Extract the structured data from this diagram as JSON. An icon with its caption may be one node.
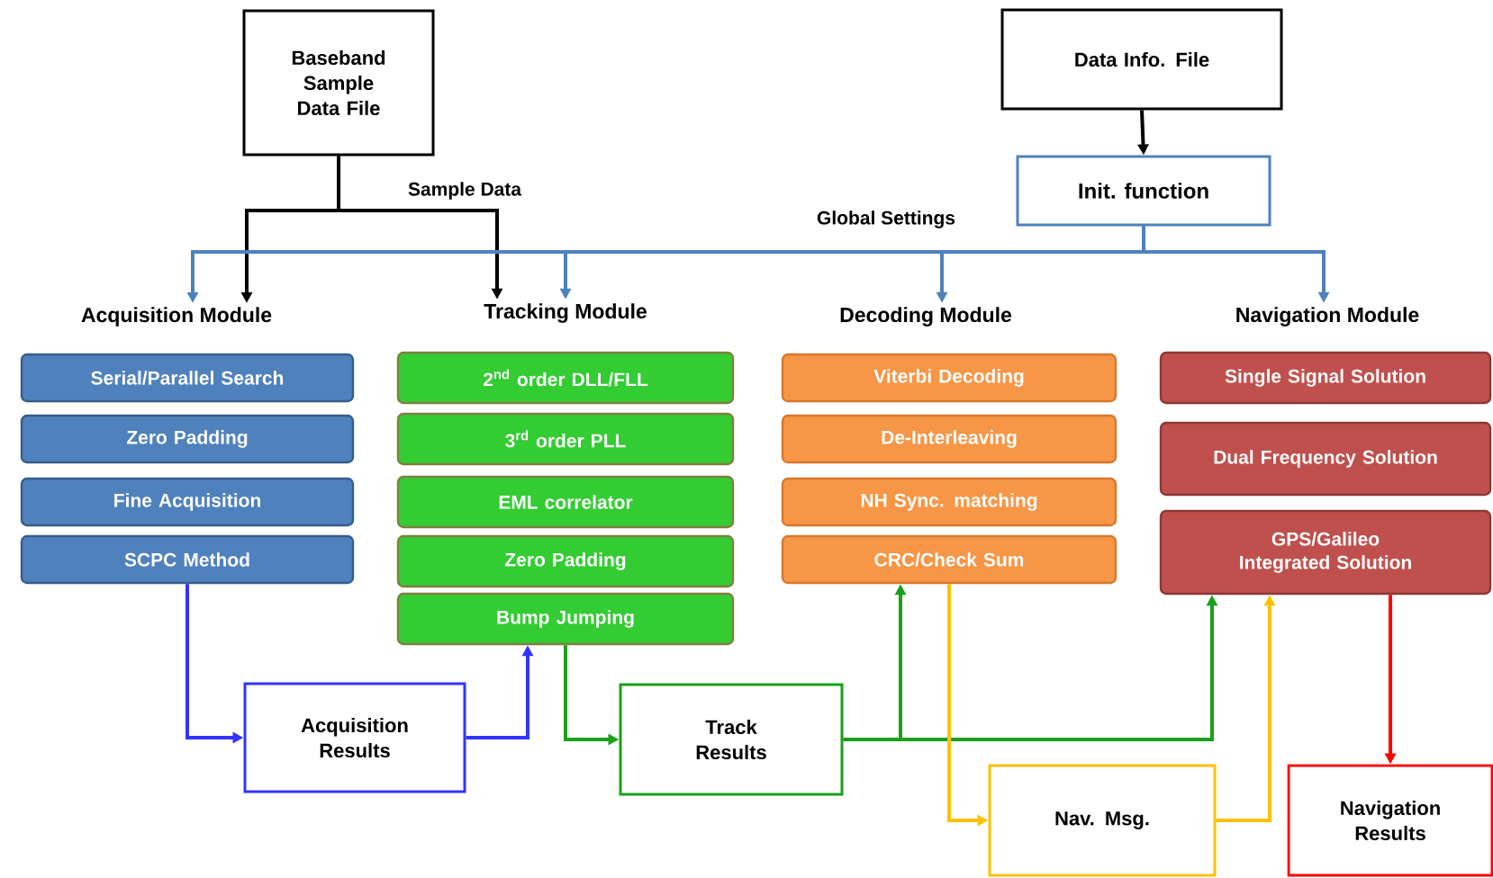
{
  "diagram": {
    "nodes": [
      {
        "text": [
          "Baseband Sample Data File"
        ]
      },
      {
        "text": [
          "Data Info. File"
        ]
      },
      {
        "text": [
          "Init. function"
        ]
      },
      {
        "text": [
          "Acquisition Module"
        ]
      },
      {
        "text": [
          "Tracking Module"
        ]
      },
      {
        "text": [
          "Decoding Module"
        ]
      },
      {
        "text": [
          "Navigation Module"
        ]
      },
      {
        "text": [
          "Serial/Parallel Search"
        ]
      },
      {
        "text": [
          "Zero Padding"
        ]
      },
      {
        "text": [
          "Fine Acquisition"
        ]
      },
      {
        "text": [
          "SCPC Method"
        ]
      },
      {
        "text": [
          "2$^{nd}$ order DLL/FLL"
        ]
      },
      {
        "text": [
          "3$^{rd}$ order PLL"
        ]
      },
      {
        "text": [
          "EML correlator"
        ]
      },
      {
        "text": [
          "Zero Padding"
        ]
      },
      {
        "text": [
          "Bump Jumping"
        ]
      },
      {
        "text": [
          "Viterbi Decoding"
        ]
      },
      {
        "text": [
          "De-Interleaving"
        ]
      },
      {
        "text": [
          "NH Sync. matching"
        ]
      },
      {
        "text": [
          "CRC/Check Sum"
        ]
      },
      {
        "text": [
          "Single Signal Solution"
        ]
      },
      {
        "text": [
          "Dual Frequency Solution"
        ]
      },
      {
        "text": [
          "GPS/Galileo Integrated Solution"
        ]
      },
      {
        "text": [
          "Acquisition Results"
        ]
      },
      {
        "text": [
          "Track Results"
        ]
      },
      {
        "text": [
          "Nav. Msg."
        ]
      },
      {
        "text": [
          "Navigation Results"
        ]
      }
    ],
    "edges": [
      {
        "from": 0,
        "to": 3,
        "arrow": "to",
        "color": "#000000"
      },
      {
        "from": 0,
        "to": 4,
        "arrow": "to",
        "color": "#000000",
        "label": "Sample Data"
      },
      {
        "from": 1,
        "to": 2,
        "arrow": "to",
        "color": "#000000"
      },
      {
        "from": 2,
        "to": 3,
        "arrow": "to",
        "color": "#4f81bd"
      },
      {
        "from": 2,
        "to": 4,
        "arrow": "to",
        "color": "#4f81bd"
      },
      {
        "from": 2,
        "to": 5,
        "arrow": "to",
        "color": "#4f81bd",
        "label": "Global Settings"
      },
      {
        "from": 2,
        "to": 6,
        "arrow": "to",
        "color": "#4f81bd"
      },
      {
        "from": 10,
        "to": 23,
        "arrow": "to",
        "color": "#3333ff"
      },
      {
        "from": 23,
        "to": 15,
        "arrow": "to",
        "color": "#3333ff"
      },
      {
        "from": 15,
        "to": 24,
        "arrow": "to",
        "color": "#1aa01a"
      },
      {
        "from": 24,
        "to": 19,
        "arrow": "to",
        "color": "#1aa01a"
      },
      {
        "from": 24,
        "to": 22,
        "arrow": "to",
        "color": "#1aa01a"
      },
      {
        "from": 19,
        "to": 25,
        "arrow": "to",
        "color": "#ffc000"
      },
      {
        "from": 25,
        "to": 22,
        "arrow": "to",
        "color": "#ffc000"
      },
      {
        "from": 22,
        "to": 26,
        "arrow": "to",
        "color": "#ff0000"
      }
    ]
  }
}
